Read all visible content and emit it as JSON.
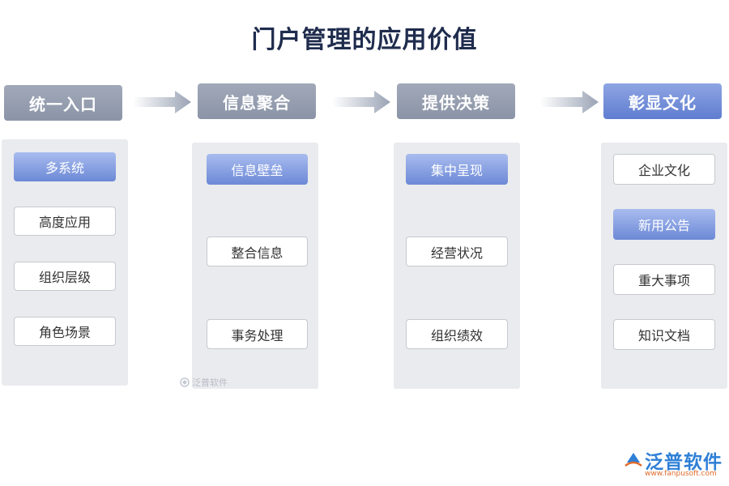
{
  "title": "门户管理的应用价值",
  "columns": [
    {
      "header": "统一入口",
      "items": [
        "多系统",
        "高度应用",
        "组织层级",
        "角色场景"
      ]
    },
    {
      "header": "信息聚合",
      "items": [
        "信息壁垒",
        "整合信息",
        "事务处理"
      ]
    },
    {
      "header": "提供决策",
      "items": [
        "集中呈现",
        "经营状况",
        "组织绩效"
      ]
    },
    {
      "header": "彰显文化",
      "items": [
        "企业文化",
        "新用公告",
        "重大事项",
        "知识文档"
      ]
    }
  ],
  "watermark_small": "泛普软件",
  "logo": {
    "name": "泛普软件",
    "url": "www.fanpusoft.com"
  },
  "colors": {
    "header_gray": "#959eb0",
    "header_blue": "#6c89d6",
    "highlight_blue": "#7f99dd",
    "panel_bg": "#eaebee",
    "title_color": "#1f2c4d"
  }
}
